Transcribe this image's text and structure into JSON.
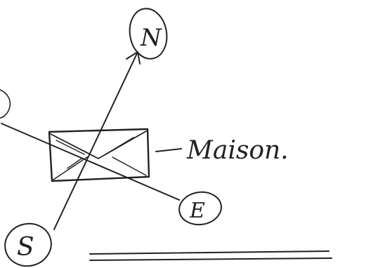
{
  "labels": {
    "north": "N",
    "south": "S",
    "east": "E",
    "building_note": "Maison."
  },
  "colors": {
    "ink": "#222222",
    "paper": "#ffffff"
  }
}
